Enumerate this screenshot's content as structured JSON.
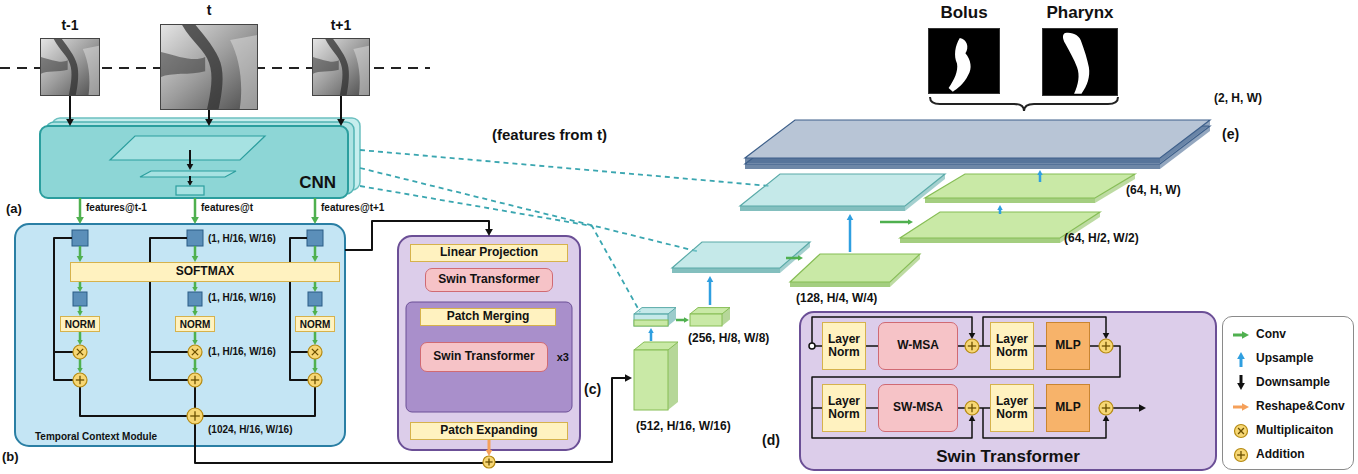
{
  "diagram": {
    "nodes": [
      {
        "text": [
          "t-1"
        ]
      },
      {
        "text": [
          "t"
        ]
      },
      {
        "text": [
          "t+1"
        ]
      },
      {
        "text": [
          "CNN"
        ]
      },
      {
        "text": [
          "Temporal Context Module"
        ]
      },
      {
        "text": [
          "SOFTMAX"
        ],
        "in": 4
      },
      {
        "text": [
          "NORM"
        ],
        "in": 4
      },
      {
        "text": [
          "NORM"
        ],
        "in": 4
      },
      {
        "text": [
          "NORM"
        ],
        "in": 4
      },
      {
        "text": [
          "(c)"
        ]
      },
      {
        "text": [
          "Linear Projection"
        ],
        "in": 9
      },
      {
        "text": [
          "Swin Transformer"
        ],
        "in": 9
      },
      {
        "text": [
          "x3"
        ],
        "in": 9
      },
      {
        "text": [
          "Patch Merging"
        ],
        "in": 12
      },
      {
        "text": [
          "Swin Transformer"
        ],
        "in": 12
      },
      {
        "text": [
          "Patch Expanding"
        ],
        "in": 9
      },
      {
        "text": [
          "Bolus"
        ]
      },
      {
        "text": [
          "Pharynx"
        ]
      },
      {
        "text": [
          "Swin Transformer"
        ]
      },
      {
        "text": [
          "Layer Norm"
        ],
        "in": 18
      },
      {
        "text": [
          "W-MSA"
        ],
        "in": 18
      },
      {
        "text": [
          "Layer Norm"
        ],
        "in": 18
      },
      {
        "text": [
          "MLP"
        ],
        "in": 18
      },
      {
        "text": [
          "Layer Norm"
        ],
        "in": 18
      },
      {
        "text": [
          "SW-MSA"
        ],
        "in": 18
      },
      {
        "text": [
          "Layer Norm"
        ],
        "in": 18
      },
      {
        "text": [
          "MLP"
        ],
        "in": 18
      }
    ],
    "edges": [
      {
        "from": 0,
        "to": 3,
        "arrow": "to"
      },
      {
        "from": 1,
        "to": 3,
        "arrow": "to"
      },
      {
        "from": 2,
        "to": 3,
        "arrow": "to"
      },
      {
        "from": 3,
        "to": 4,
        "arrow": "to"
      },
      {
        "from": 3,
        "to": 4,
        "arrow": "to"
      },
      {
        "from": 3,
        "to": 4,
        "arrow": "to"
      },
      {
        "from": 4,
        "to": 9,
        "arrow": "to"
      },
      {
        "from": 19,
        "to": 20,
        "arrow": "none"
      },
      {
        "from": 20,
        "to": 21,
        "arrow": "none"
      },
      {
        "from": 21,
        "to": 22,
        "arrow": "none"
      },
      {
        "from": 22,
        "to": 23,
        "arrow": "none"
      },
      {
        "from": 23,
        "to": 24,
        "arrow": "none"
      },
      {
        "from": 24,
        "to": 25,
        "arrow": "none"
      },
      {
        "from": 25,
        "to": 26,
        "arrow": "none"
      }
    ],
    "labels": [
      "(a)",
      "(b)",
      "(d)",
      "(e)",
      "features@t-1",
      "features@t",
      "features@t+1",
      "(1, H/16, W/16)",
      "(1, H/16, W/16)",
      "(1, H/16, W/16)",
      "(1024, H/16, W/16)",
      "(features from t)",
      "(512, H/16, W/16)",
      "(256, H/8, W/8)",
      "(128, H/4, W/4)",
      "(64, H/2, W/2)",
      "(64, H, W)",
      "(2, H, W)"
    ],
    "legend": [
      {
        "text": "Conv"
      },
      {
        "text": "Upsample"
      },
      {
        "text": "Downsample"
      },
      {
        "text": "Reshape&Conv"
      },
      {
        "text": "Multiplicaiton"
      },
      {
        "text": "Addition"
      }
    ]
  }
}
